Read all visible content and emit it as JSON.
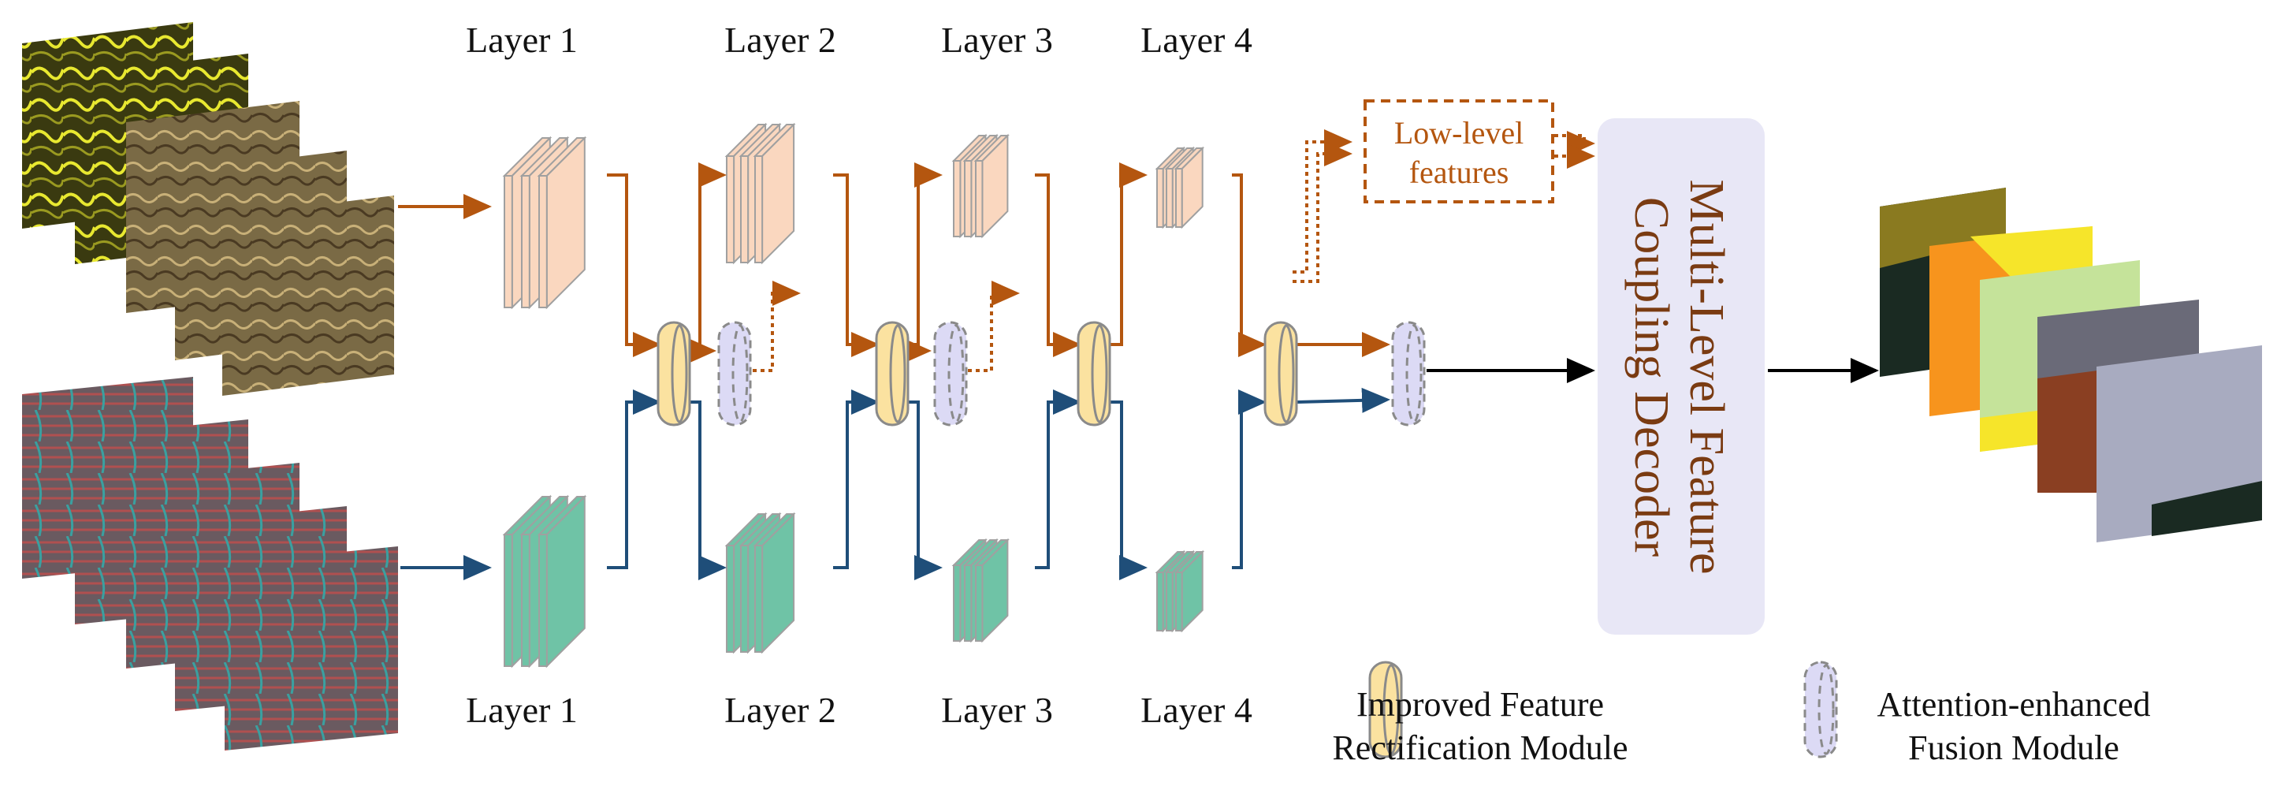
{
  "top_layers": [
    "Layer 1",
    "Layer 2",
    "Layer 3",
    "Layer 4"
  ],
  "bottom_layers": [
    "Layer 1",
    "Layer 2",
    "Layer 3",
    "Layer 4"
  ],
  "low_level": {
    "line1": "Low-level",
    "line2": "features"
  },
  "decoder": {
    "line1": "Multi-Level Feature",
    "line2": "Coupling Decoder"
  },
  "legend": {
    "ifrm_line1": "Improved Feature",
    "ifrm_line2": "Rectification Module",
    "aefm_line1": "Attention-enhanced",
    "aefm_line2": "Fusion Module"
  },
  "colors": {
    "optical_branch": "#b4560f",
    "sar_branch": "#1f4e79",
    "top_feature": "#fad7bf",
    "bottom_feature": "#6fc3a6",
    "ifrm": "#fbe2a0",
    "aefm": "#dcdaf5",
    "decoder_box": "#e8e7f6"
  }
}
